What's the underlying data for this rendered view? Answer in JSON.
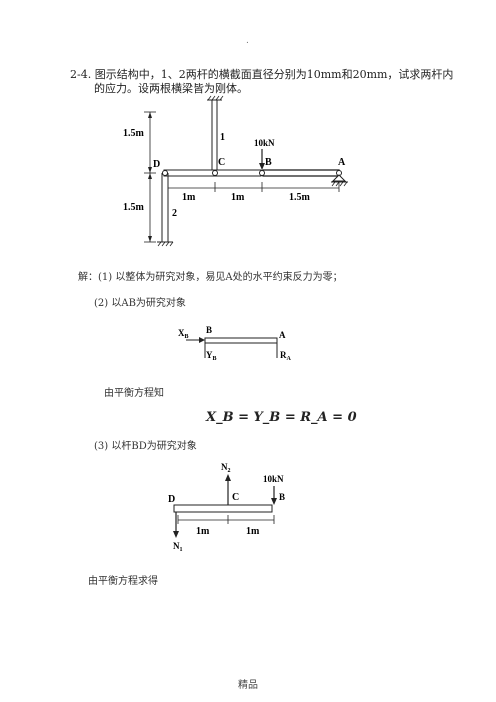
{
  "page_marker": ".",
  "problem": {
    "number": "2-4.",
    "line1": "图示结构中，1、2两杆的横截面直径分别为10mm和20mm，试求两杆内",
    "line2": "的应力。设两根横梁皆为刚体。"
  },
  "fig1": {
    "dim_top": "1.5m",
    "dim_bottom": "1.5m",
    "rod1": "1",
    "rod2": "2",
    "load": "10kN",
    "D": "D",
    "C": "C",
    "B": "B",
    "A": "A",
    "span1": "1m",
    "span2": "1m",
    "span3": "1.5m"
  },
  "solution": {
    "step1": "解：(1) 以整体为研究对象，易见A处的水平约束反力为零；",
    "step2": "(2) 以AB为研究对象",
    "from_eq": "由平衡方程知",
    "equation": "X_B = Y_B = R_A = 0",
    "step3": "(3) 以杆BD为研究对象",
    "from_eq2": "由平衡方程求得"
  },
  "fig2": {
    "XB": "X",
    "XB_sub": "B",
    "B": "B",
    "A": "A",
    "YB": "Y",
    "YB_sub": "B",
    "RA": "R",
    "RA_sub": "A"
  },
  "fig3": {
    "N2": "N",
    "N2_sub": "2",
    "load": "10kN",
    "D": "D",
    "C": "C",
    "B": "B",
    "span1": "1m",
    "span2": "1m",
    "N1": "N",
    "N1_sub": "1"
  },
  "footer": "精品"
}
